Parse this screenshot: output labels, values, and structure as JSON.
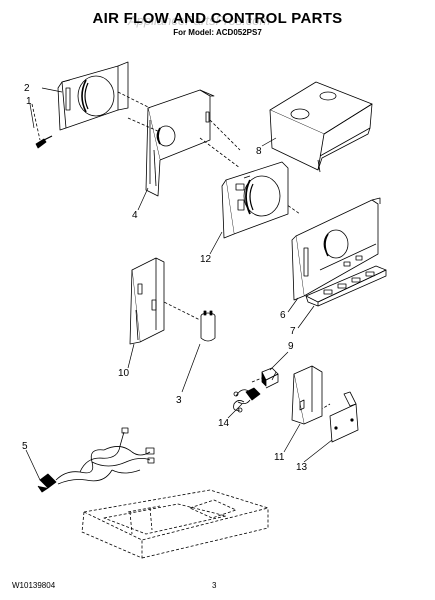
{
  "header": {
    "title": "AIR FLOW AND CONTROL PARTS",
    "subtitle": "For Model: ACD052PS7",
    "watermark": "AppliancePartsPros.com"
  },
  "footer": {
    "doc_number": "W10139804",
    "page_number": "3"
  },
  "callouts": [
    "1",
    "2",
    "3",
    "4",
    "5",
    "6",
    "7",
    "8",
    "9",
    "10",
    "11",
    "12",
    "13",
    "14"
  ]
}
